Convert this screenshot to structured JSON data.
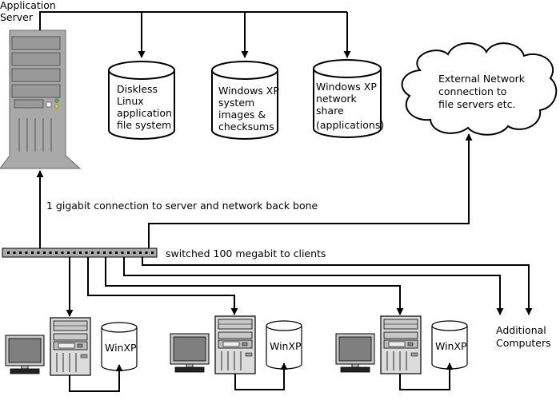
{
  "server": {
    "label_line1": "Application",
    "label_line2": "Server"
  },
  "storage": {
    "linux": [
      "Diskless",
      "Linux",
      "application",
      "file system"
    ],
    "images": [
      "Windows XP",
      "system",
      "images &",
      "checksums"
    ],
    "share": [
      "Windows XP",
      "network",
      "share",
      "(applications)"
    ]
  },
  "cloud": [
    "External Network",
    "connection to",
    "file servers etc."
  ],
  "links": {
    "backbone": "1 gigabit connection to server and network back bone",
    "clients": "switched 100 megabit to clients"
  },
  "clients": {
    "disk_label": "WinXP"
  },
  "additional": [
    "Additional",
    "Computers"
  ]
}
